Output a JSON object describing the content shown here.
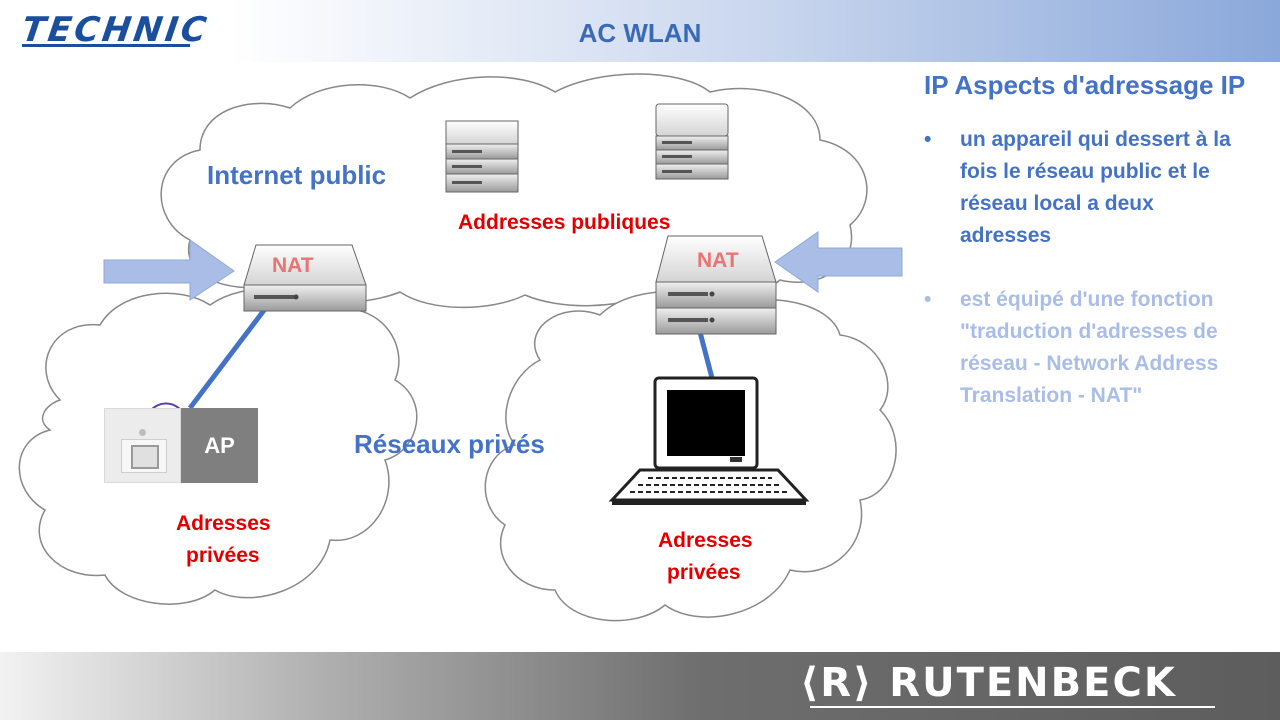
{
  "header": {
    "logo": "TECHNIC",
    "title": "AC WLAN"
  },
  "diagram": {
    "internet_label": "Internet public",
    "public_addresses": "Addresses publiques",
    "nat_left": "NAT",
    "nat_right": "NAT",
    "private_networks": "Réseaux privés",
    "ap_label": "AP",
    "private_left_line1": "Adresses",
    "private_left_line2": "privées",
    "private_right_line1": "Adresses",
    "private_right_line2": "privées"
  },
  "panel": {
    "title": "IP Aspects d'adressage IP",
    "bullets": [
      {
        "lines": [
          "un appareil qui dessert à la",
          "fois le réseau public et le",
          "réseau local a deux",
          "adresses"
        ]
      },
      {
        "lines": [
          "est équipé d'une fonction",
          "\"traduction d'adresses de",
          "réseau - Network Address",
          "Translation - NAT\""
        ]
      }
    ],
    "bullet_symbol": "•"
  },
  "footer": {
    "brand": "⟨R⟩ RUTENBECK"
  },
  "colors": {
    "accent_blue": "#4472c4",
    "red": "#e00000",
    "faded": "#a9bde6"
  }
}
